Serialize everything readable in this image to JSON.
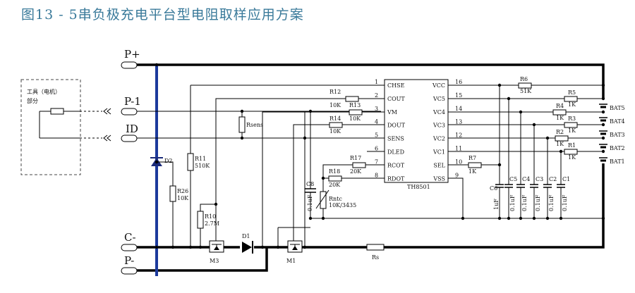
{
  "title": "图13 - 5串负极充电平台型电阻取样应用方案",
  "terminals": {
    "p_plus": "P+",
    "p_minus1": "P-1",
    "id": "ID",
    "c_minus": "C-",
    "p_minus": "P-"
  },
  "tool_box": {
    "line1": "工具（电机）",
    "line2": "部分"
  },
  "chip": {
    "name": "TH8501",
    "left_pins": [
      {
        "num": "1",
        "name": "CHSE"
      },
      {
        "num": "2",
        "name": "COUT"
      },
      {
        "num": "3",
        "name": "VM"
      },
      {
        "num": "4",
        "name": "DOUT"
      },
      {
        "num": "5",
        "name": "SENS"
      },
      {
        "num": "6",
        "name": "DLED"
      },
      {
        "num": "7",
        "name": "RCOT"
      },
      {
        "num": "8",
        "name": "RDOT"
      }
    ],
    "right_pins": [
      {
        "num": "16",
        "name": "VCC"
      },
      {
        "num": "15",
        "name": "VC5"
      },
      {
        "num": "14",
        "name": "VC4"
      },
      {
        "num": "13",
        "name": "VC3"
      },
      {
        "num": "12",
        "name": "VC2"
      },
      {
        "num": "11",
        "name": "VC1"
      },
      {
        "num": "10",
        "name": "SEL"
      },
      {
        "num": "9",
        "name": "VSS"
      }
    ]
  },
  "components": {
    "r12": {
      "name": "R12",
      "value": "10K"
    },
    "r13": {
      "name": "R13",
      "value": "10K"
    },
    "r14": {
      "name": "R14",
      "value": "10K"
    },
    "r17": {
      "name": "R17",
      "value": "20K"
    },
    "r18": {
      "name": "R18",
      "value": "20K"
    },
    "r7": {
      "name": "R7",
      "value": "1K"
    },
    "r6": {
      "name": "R6",
      "value": "51K"
    },
    "r5": {
      "name": "R5",
      "value": "1K"
    },
    "r4": {
      "name": "R4",
      "value": "1K"
    },
    "r3": {
      "name": "R3",
      "value": "1K"
    },
    "r2": {
      "name": "R2",
      "value": "1K"
    },
    "r1": {
      "name": "R1",
      "value": "1K"
    },
    "r11": {
      "name": "R11",
      "value": "510K"
    },
    "r26": {
      "name": "R26",
      "value": "10K"
    },
    "r10": {
      "name": "R10",
      "value": "2.7M"
    },
    "rsens": {
      "name": "Rsens"
    },
    "rs": {
      "name": "Rs"
    },
    "rntc": {
      "name": "Rntc",
      "value": "10K/3435"
    },
    "c8": {
      "name": "C8",
      "value": "0.1uF"
    },
    "c6": {
      "name": "C6",
      "value": "1uF"
    },
    "c5": {
      "name": "C5",
      "value": "0.1uF"
    },
    "c4": {
      "name": "C4",
      "value": "0.1uF"
    },
    "c3": {
      "name": "C3",
      "value": "0.1uF"
    },
    "c2": {
      "name": "C2",
      "value": "0.1uF"
    },
    "c1": {
      "name": "C1",
      "value": "0.1uF"
    },
    "d1": {
      "name": "D1"
    },
    "d2": {
      "name": "D2"
    },
    "m1": {
      "name": "M1"
    },
    "m3": {
      "name": "M3"
    }
  },
  "batteries": [
    "BAT5",
    "BAT4",
    "BAT3",
    "BAT2",
    "BAT1"
  ],
  "colors": {
    "title": "#3a7a9a",
    "bus_blue": "#1c3a9c",
    "wire": "#000000"
  }
}
